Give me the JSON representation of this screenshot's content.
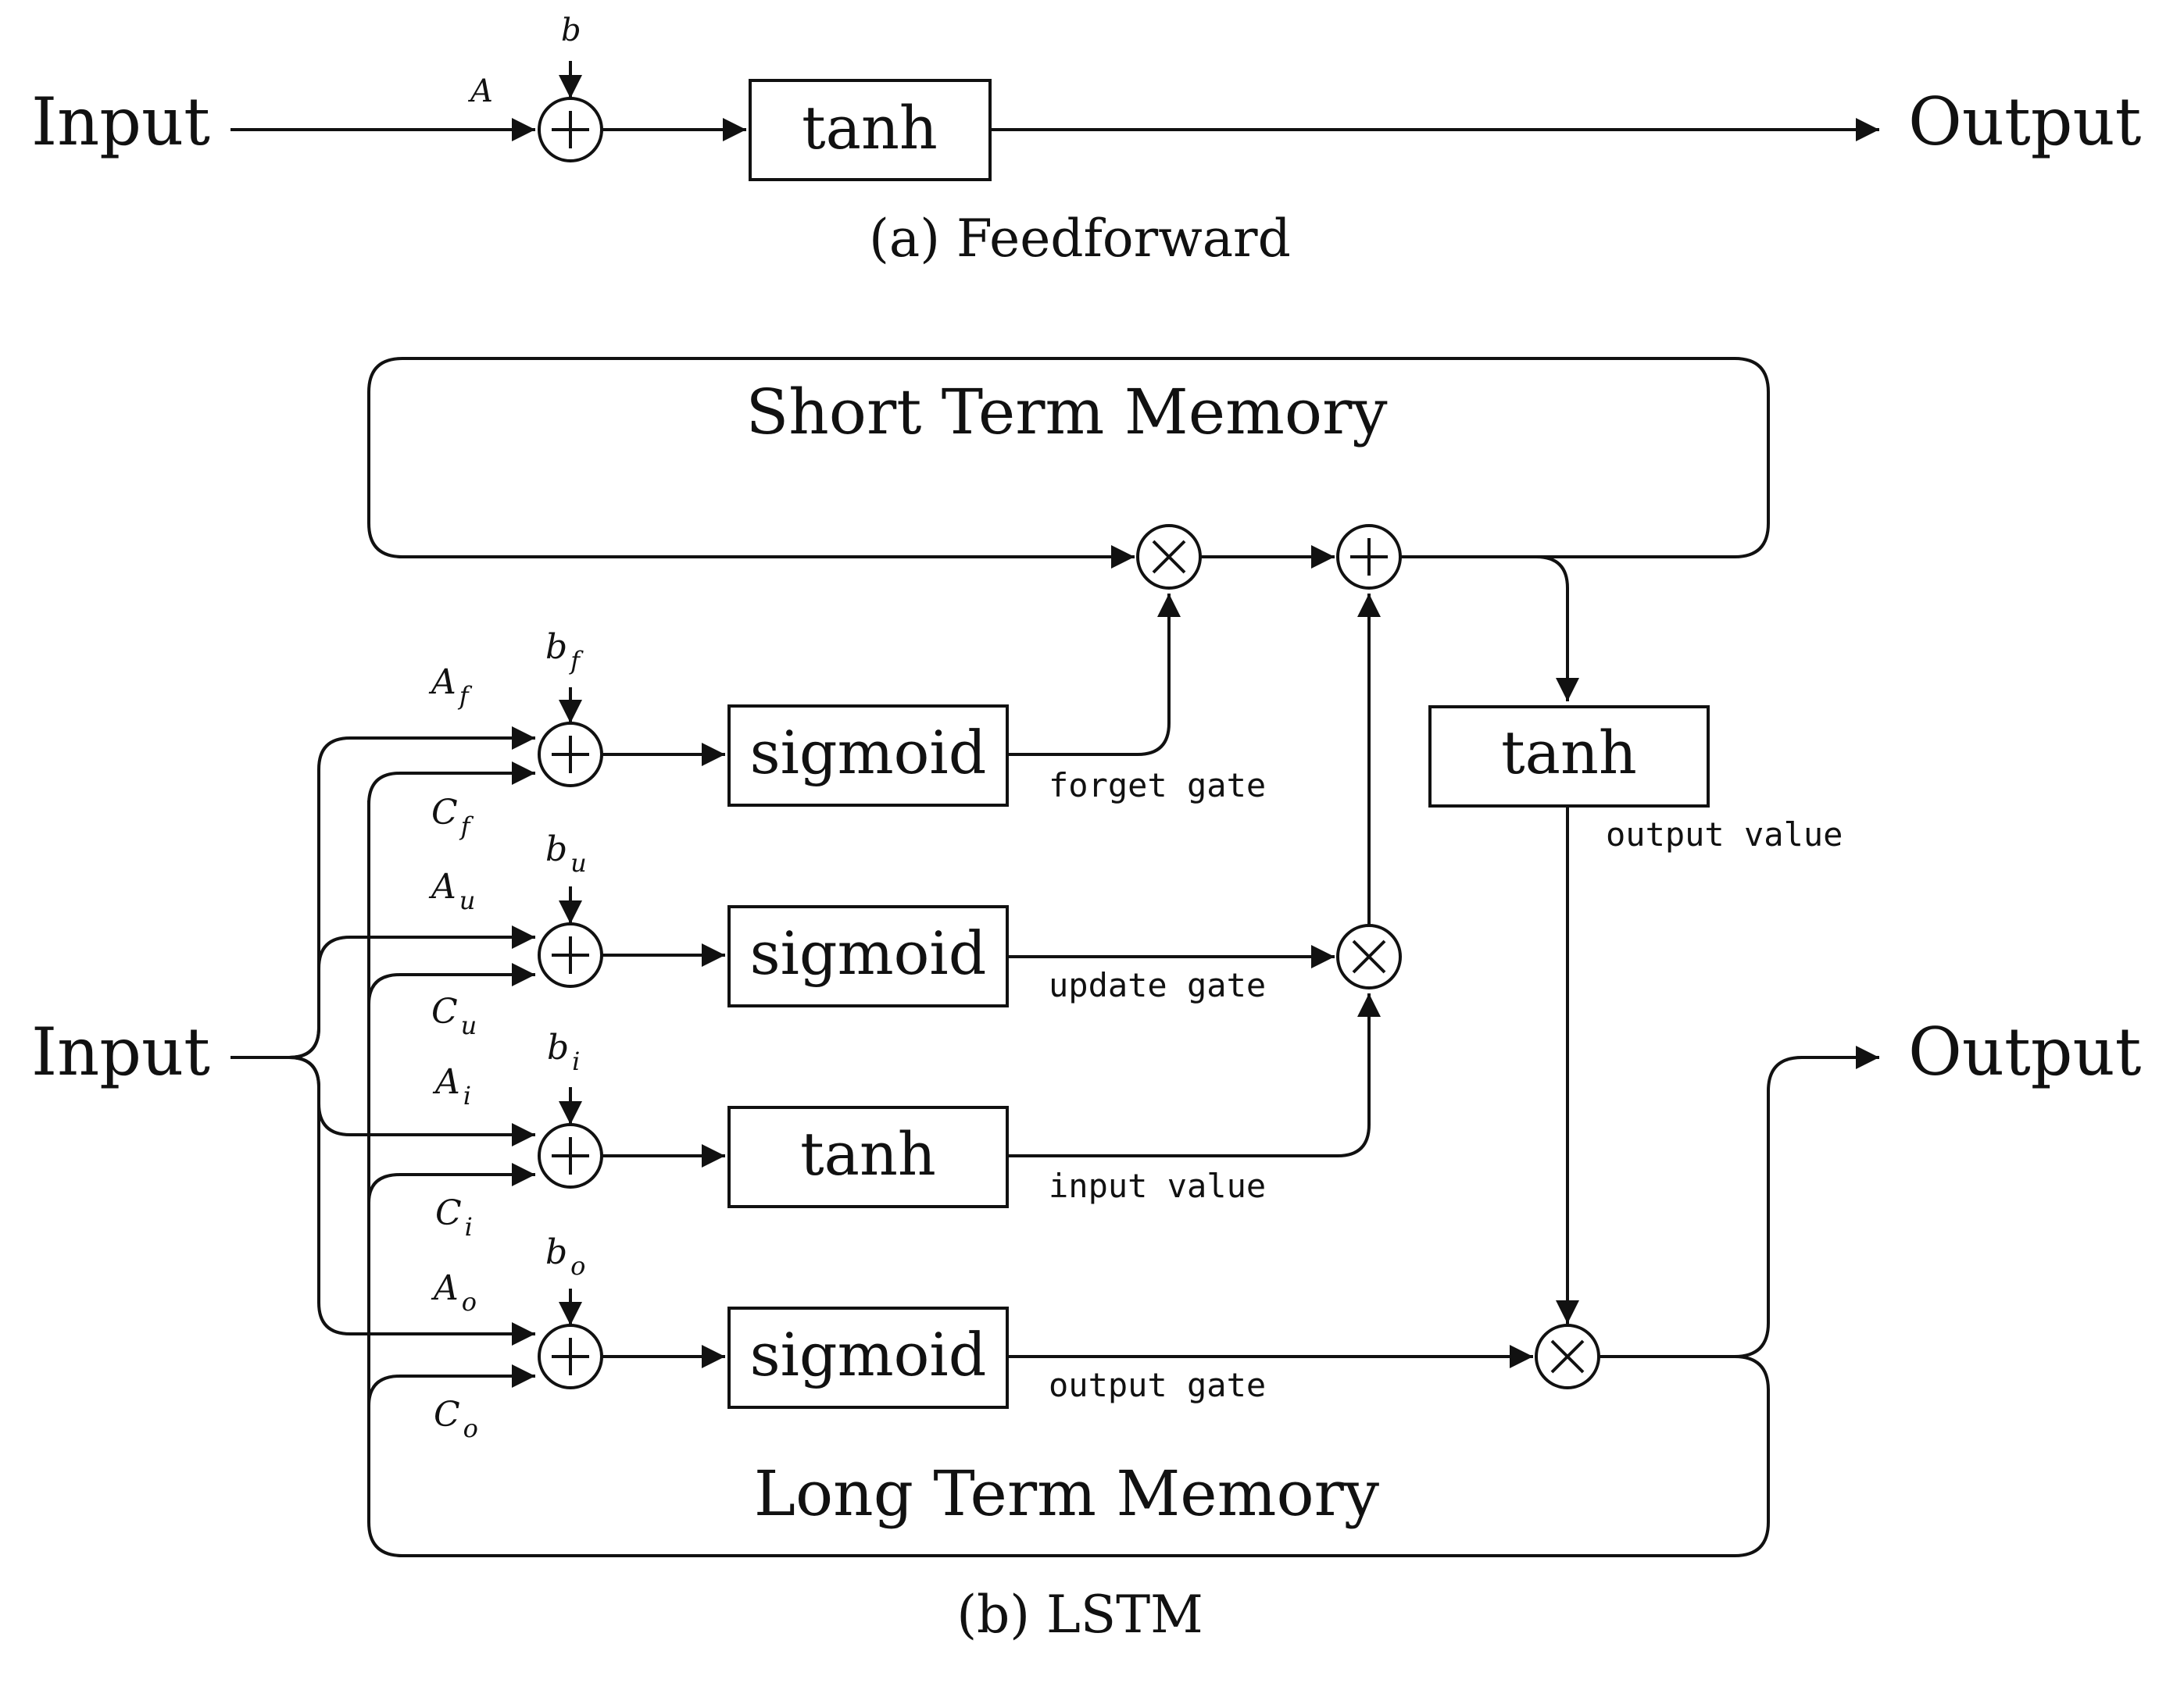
{
  "feedforward": {
    "input_label": "Input",
    "output_label": "Output",
    "weight_label": "A",
    "bias_label": "b",
    "activation": "tanh",
    "caption": "(a) Feedforward"
  },
  "lstm": {
    "input_label": "Input",
    "output_label": "Output",
    "short_term_memory": "Short Term Memory",
    "long_term_memory": "Long Term Memory",
    "caption": "(b) LSTM",
    "ltm_tanh": "tanh",
    "ltm_tanh_note": "output value",
    "gates": [
      {
        "A_base": "A",
        "A_sub": "f",
        "C_base": "C",
        "C_sub": "f",
        "b_base": "b",
        "b_sub": "f",
        "activation": "sigmoid",
        "note": "forget gate"
      },
      {
        "A_base": "A",
        "A_sub": "u",
        "C_base": "C",
        "C_sub": "u",
        "b_base": "b",
        "b_sub": "u",
        "activation": "sigmoid",
        "note": "update gate"
      },
      {
        "A_base": "A",
        "A_sub": "i",
        "C_base": "C",
        "C_sub": "i",
        "b_base": "b",
        "b_sub": "i",
        "activation": "tanh",
        "note": "input value"
      },
      {
        "A_base": "A",
        "A_sub": "o",
        "C_base": "C",
        "C_sub": "o",
        "b_base": "b",
        "b_sub": "o",
        "activation": "sigmoid",
        "note": "output gate"
      }
    ]
  },
  "colors": {
    "ink": "#111111",
    "background": "#ffffff"
  }
}
